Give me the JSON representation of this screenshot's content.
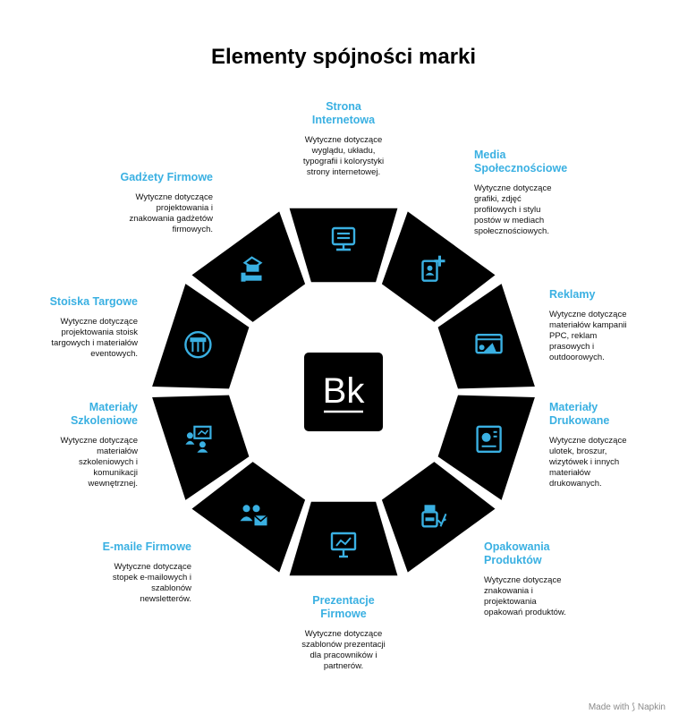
{
  "title": "Elementy spójności marki",
  "accent_color": "#3ab0e2",
  "segment_color": "#000000",
  "logo_text": "Bk",
  "footer": {
    "made_with": "Made with",
    "brand": "Napkin"
  },
  "items": [
    {
      "title_lines": [
        "Strona",
        "Internetowa"
      ],
      "desc_lines": [
        "Wytyczne dotyczące",
        "wyglądu, układu,",
        "typografii i kolorystyki",
        "strony internetowej."
      ],
      "icon": "website-icon"
    },
    {
      "title_lines": [
        "Media",
        "Społecznościowe"
      ],
      "desc_lines": [
        "Wytyczne dotyczące",
        "grafiki, zdjęć",
        "profilowych i stylu",
        "postów w mediach",
        "społecznościowych."
      ],
      "icon": "social-media-icon"
    },
    {
      "title_lines": [
        "Reklamy"
      ],
      "desc_lines": [
        "Wytyczne dotyczące",
        "materiałów kampanii",
        "PPC, reklam",
        "prasowych i",
        "outdoorowych."
      ],
      "icon": "advertising-icon"
    },
    {
      "title_lines": [
        "Materiały",
        "Drukowane"
      ],
      "desc_lines": [
        "Wytyczne dotyczące",
        "ulotek, broszur,",
        "wizytówek i innych",
        "materiałów",
        "drukowanych."
      ],
      "icon": "print-materials-icon"
    },
    {
      "title_lines": [
        "Opakowania",
        "Produktów"
      ],
      "desc_lines": [
        "Wytyczne dotyczące",
        "znakowania i",
        "projektowania",
        "opakowań produktów."
      ],
      "icon": "packaging-icon"
    },
    {
      "title_lines": [
        "Prezentacje",
        "Firmowe"
      ],
      "desc_lines": [
        "Wytyczne dotyczące",
        "szablonów prezentacji",
        "dla pracowników i",
        "partnerów."
      ],
      "icon": "presentation-icon"
    },
    {
      "title_lines": [
        "E-maile Firmowe"
      ],
      "desc_lines": [
        "Wytyczne dotyczące",
        "stopek e-mailowych i",
        "szablonów",
        "newsletterów."
      ],
      "icon": "email-icon"
    },
    {
      "title_lines": [
        "Materiały",
        "Szkoleniowe"
      ],
      "desc_lines": [
        "Wytyczne dotyczące",
        "materiałów",
        "szkoleniowych i",
        "komunikacji",
        "wewnętrznej."
      ],
      "icon": "training-icon"
    },
    {
      "title_lines": [
        "Stoiska Targowe"
      ],
      "desc_lines": [
        "Wytyczne dotyczące",
        "projektowania stoisk",
        "targowych i materiałów",
        "eventowych."
      ],
      "icon": "trade-booth-icon"
    },
    {
      "title_lines": [
        "Gadżety Firmowe"
      ],
      "desc_lines": [
        "Wytyczne dotyczące",
        "projektowania i",
        "znakowania gadżetów",
        "firmowych."
      ],
      "icon": "gadgets-icon"
    }
  ]
}
